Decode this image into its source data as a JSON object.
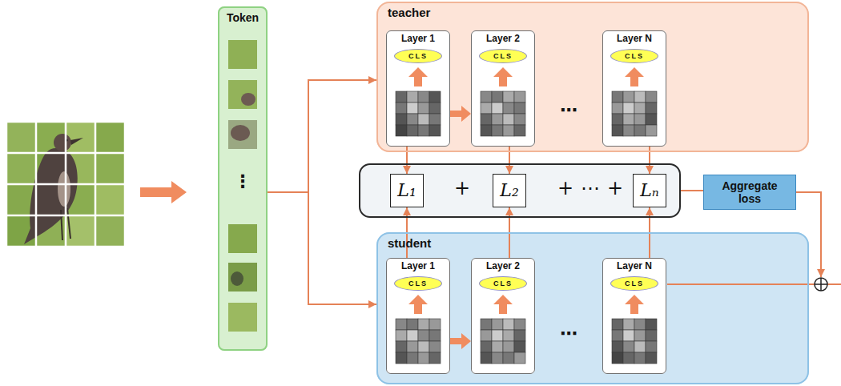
{
  "diagram": {
    "nodes": [
      {
        "text": [
          "Token",
          "⋮"
        ]
      },
      {
        "text": [
          "teacher"
        ]
      },
      {
        "text": [
          "Layer 1"
        ],
        "in": 1
      },
      {
        "text": [
          "CLS"
        ],
        "in": 2
      },
      {
        "text": [
          "Layer 2"
        ],
        "in": 1
      },
      {
        "text": [
          "CLS"
        ],
        "in": 4
      },
      {
        "text": [
          "Layer N"
        ],
        "in": 1
      },
      {
        "text": [
          "CLS"
        ],
        "in": 6
      },
      {
        "text": [
          "+",
          "+",
          "⋯",
          "+"
        ]
      },
      {
        "text": [
          "L₁"
        ],
        "in": 8
      },
      {
        "text": [
          "L₂"
        ],
        "in": 8
      },
      {
        "text": [
          "Lₙ"
        ],
        "in": 8
      },
      {
        "text": [
          "Aggregate loss"
        ]
      },
      {
        "text": [
          "student"
        ]
      },
      {
        "text": [
          "Layer 1"
        ],
        "in": 13
      },
      {
        "text": [
          "CLS"
        ],
        "in": 14
      },
      {
        "text": [
          "Layer 2"
        ],
        "in": 13
      },
      {
        "text": [
          "CLS"
        ],
        "in": 16
      },
      {
        "text": [
          "Layer N"
        ],
        "in": 13
      },
      {
        "text": [
          "CLS"
        ],
        "in": 18
      }
    ],
    "edges": [
      {
        "from": 0,
        "to": 1,
        "arrow": "to"
      },
      {
        "from": 0,
        "to": 13,
        "arrow": "to"
      },
      {
        "from": 2,
        "to": 4,
        "arrow": "to"
      },
      {
        "from": 14,
        "to": 16,
        "arrow": "to"
      },
      {
        "from": 2,
        "to": 9,
        "arrow": "to"
      },
      {
        "from": 4,
        "to": 10,
        "arrow": "to"
      },
      {
        "from": 6,
        "to": 11,
        "arrow": "to"
      },
      {
        "from": 14,
        "to": 9,
        "arrow": "to"
      },
      {
        "from": 16,
        "to": 10,
        "arrow": "to"
      },
      {
        "from": 18,
        "to": 11,
        "arrow": "to"
      },
      {
        "from": 8,
        "to": 12,
        "arrow": "none"
      }
    ],
    "labels": [
      "⋯",
      "⋯"
    ]
  }
}
